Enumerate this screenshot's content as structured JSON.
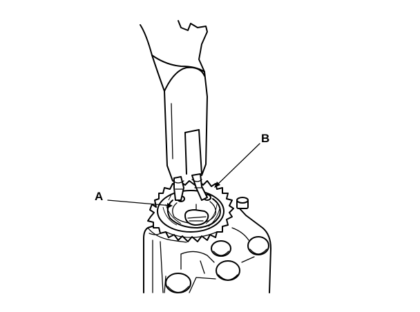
{
  "labels": {
    "a": "A",
    "b": "B"
  },
  "parts": {
    "pliers": "snap-ring-pliers",
    "sprocket": "sprocket",
    "snap_ring": "snap-ring",
    "housing": "housing"
  },
  "colors": {
    "line": "#000000",
    "background": "#ffffff"
  }
}
